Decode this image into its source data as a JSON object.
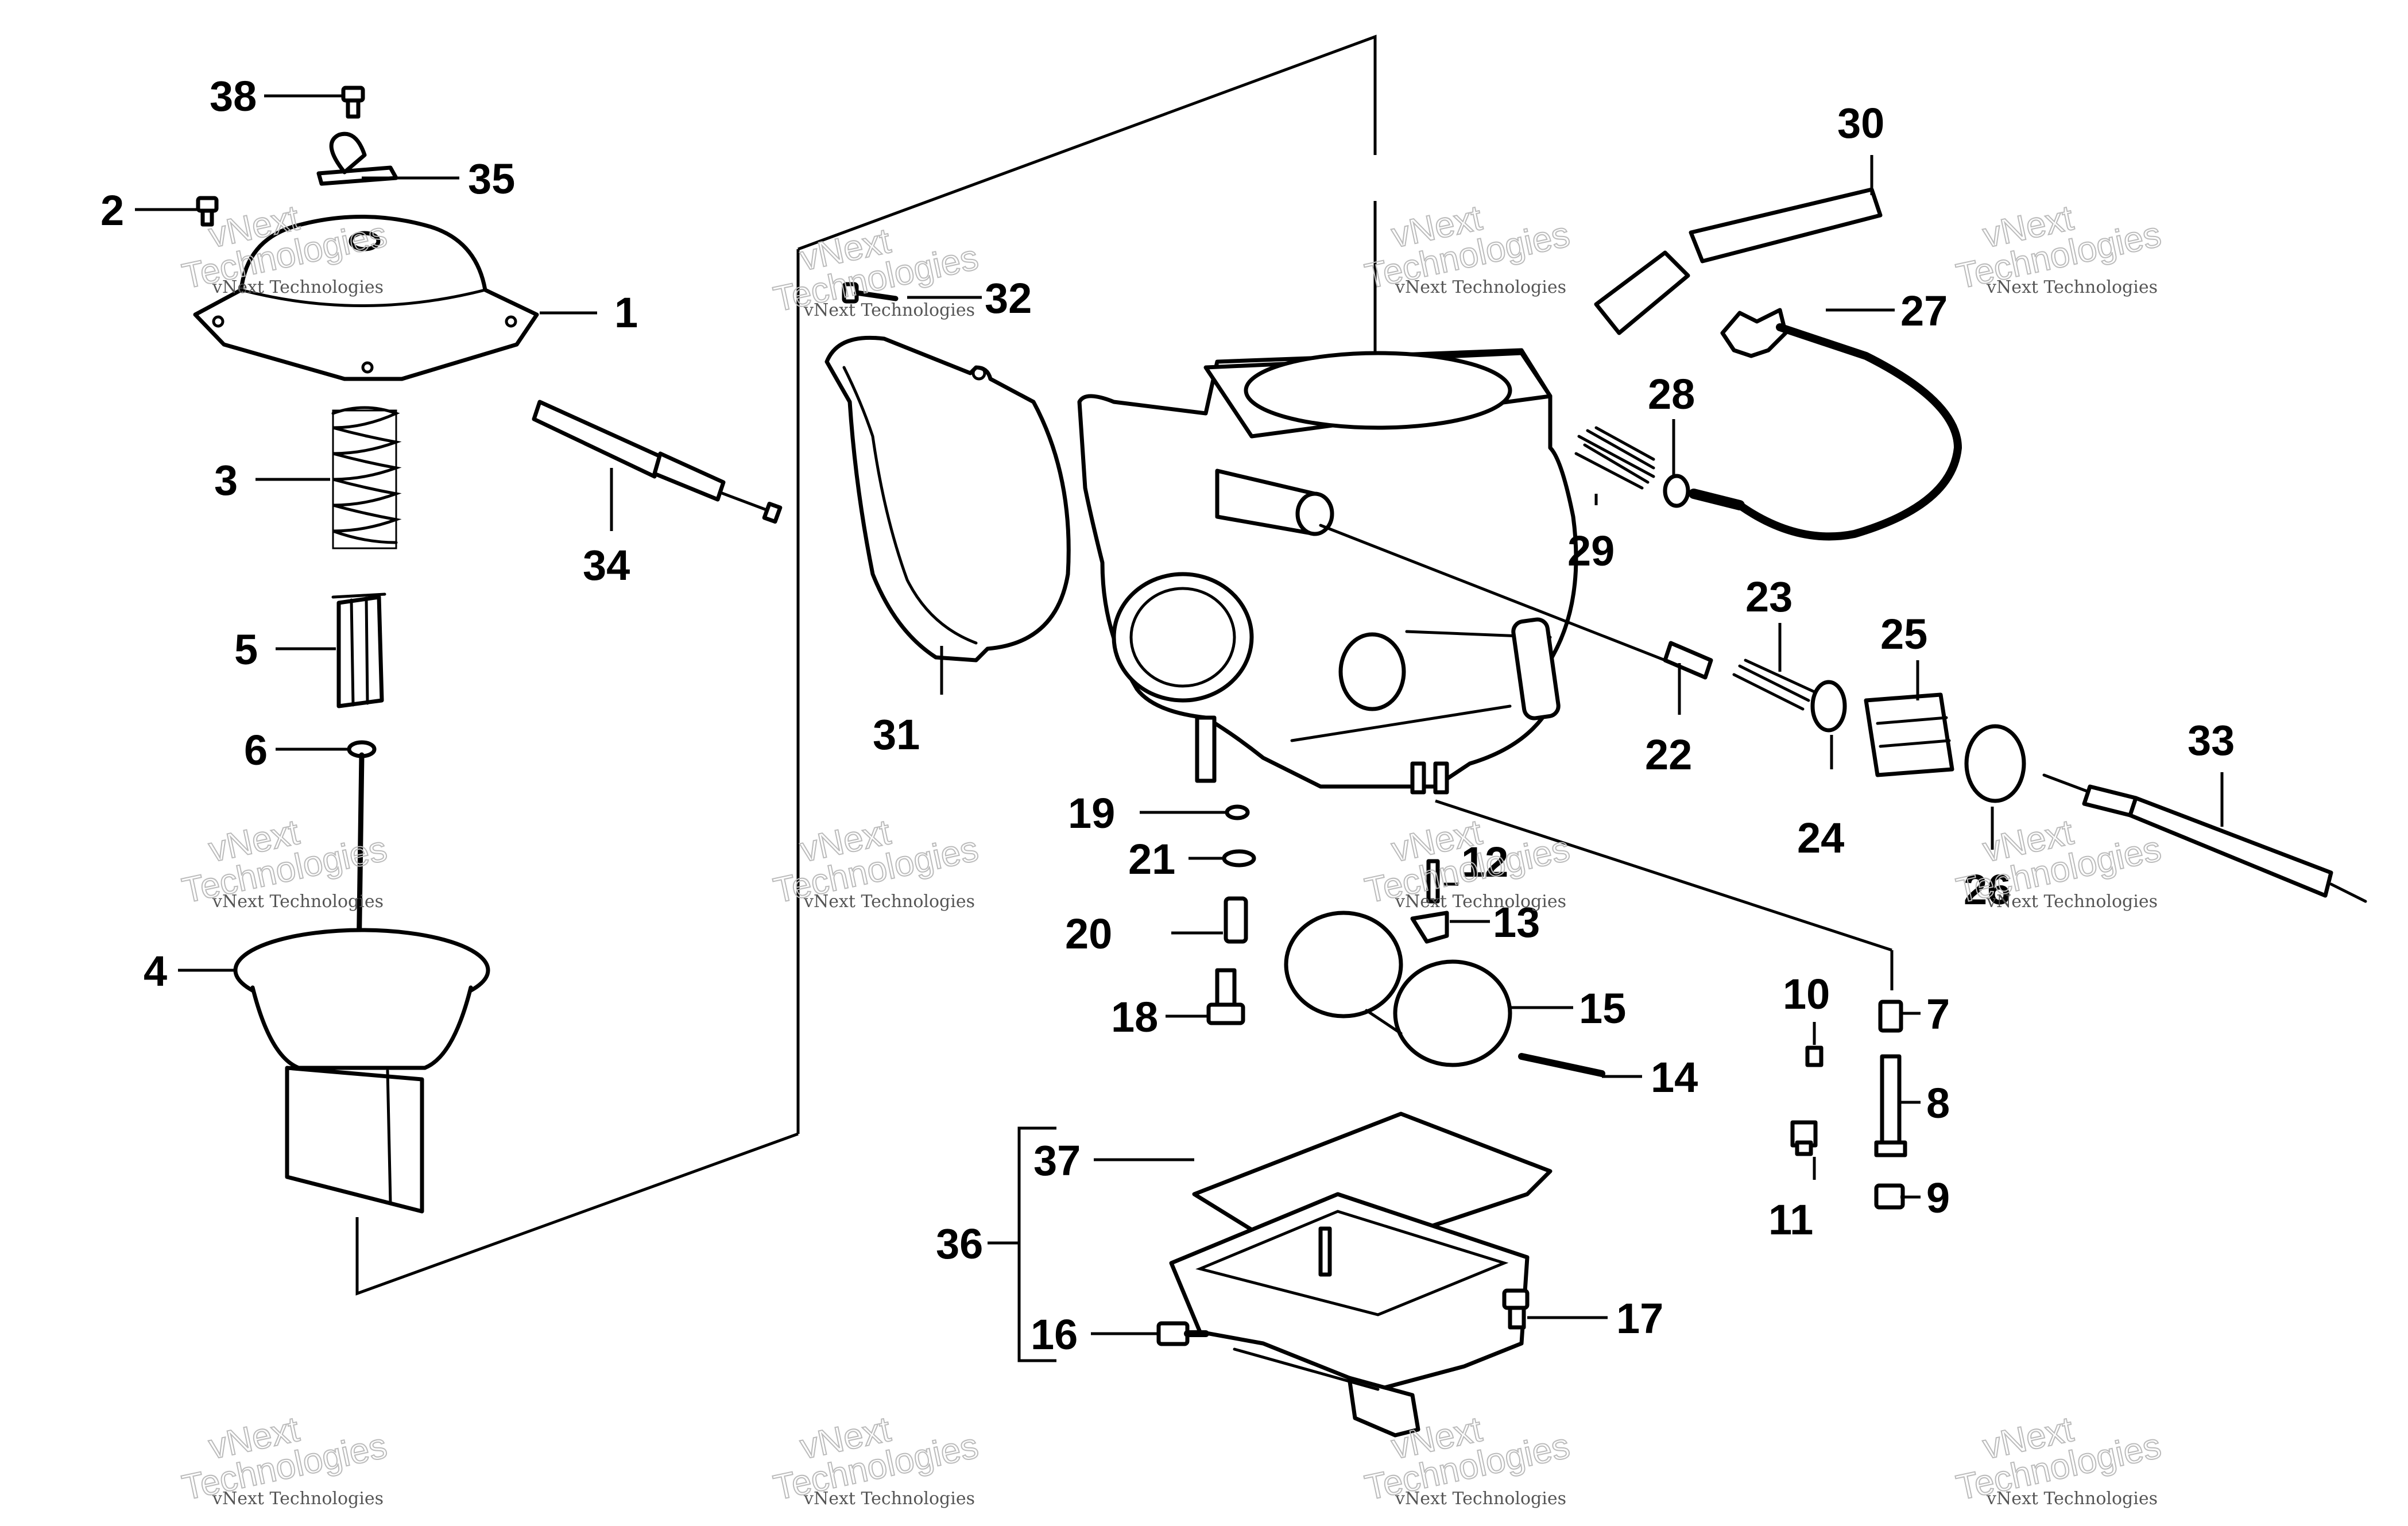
{
  "callouts": [
    {
      "id": "38",
      "text": "38"
    },
    {
      "id": "35",
      "text": "35"
    },
    {
      "id": "2",
      "text": "2"
    },
    {
      "id": "1",
      "text": "1"
    },
    {
      "id": "3",
      "text": "3"
    },
    {
      "id": "34",
      "text": "34"
    },
    {
      "id": "5",
      "text": "5"
    },
    {
      "id": "6",
      "text": "6"
    },
    {
      "id": "4",
      "text": "4"
    },
    {
      "id": "32",
      "text": "32"
    },
    {
      "id": "31",
      "text": "31"
    },
    {
      "id": "30",
      "text": "30"
    },
    {
      "id": "27",
      "text": "27"
    },
    {
      "id": "28",
      "text": "28"
    },
    {
      "id": "29",
      "text": "29"
    },
    {
      "id": "23",
      "text": "23"
    },
    {
      "id": "25",
      "text": "25"
    },
    {
      "id": "22",
      "text": "22"
    },
    {
      "id": "24",
      "text": "24"
    },
    {
      "id": "33",
      "text": "33"
    },
    {
      "id": "26",
      "text": "26"
    },
    {
      "id": "19",
      "text": "19"
    },
    {
      "id": "21",
      "text": "21"
    },
    {
      "id": "20",
      "text": "20"
    },
    {
      "id": "18",
      "text": "18"
    },
    {
      "id": "12",
      "text": "12"
    },
    {
      "id": "13",
      "text": "13"
    },
    {
      "id": "15",
      "text": "15"
    },
    {
      "id": "14",
      "text": "14"
    },
    {
      "id": "10",
      "text": "10"
    },
    {
      "id": "7",
      "text": "7"
    },
    {
      "id": "8",
      "text": "8"
    },
    {
      "id": "11",
      "text": "11"
    },
    {
      "id": "9",
      "text": "9"
    },
    {
      "id": "37",
      "text": "37"
    },
    {
      "id": "36",
      "text": "36"
    },
    {
      "id": "16",
      "text": "16"
    },
    {
      "id": "17",
      "text": "17"
    }
  ],
  "watermark": {
    "line1": "vNext Technologies",
    "line2": "vNext",
    "line3": "Technologies"
  }
}
